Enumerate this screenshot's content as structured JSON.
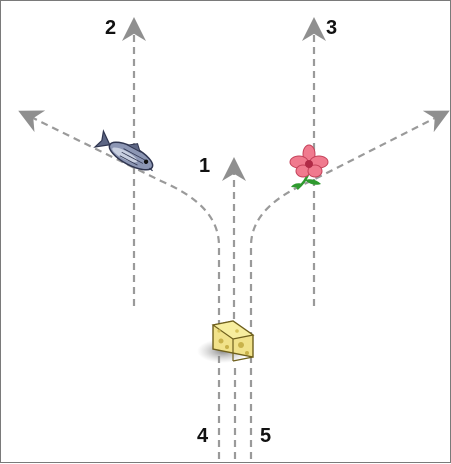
{
  "diagram": {
    "path_labels": {
      "p1": "1",
      "p2": "2",
      "p3": "3",
      "p4": "4",
      "p5": "5"
    },
    "objects": {
      "fish_icon": "fish-icon",
      "flower_icon": "flower-icon",
      "cheese_icon": "cheese-icon"
    },
    "colors": {
      "path": "#9a9a9a",
      "arrowhead": "#8f8f8f",
      "label": "#111111",
      "flower_petal": "#f07a8e",
      "flower_stem": "#2e9a2e",
      "cheese": "#f1e28a",
      "fish_body": "#8c96b4"
    }
  }
}
